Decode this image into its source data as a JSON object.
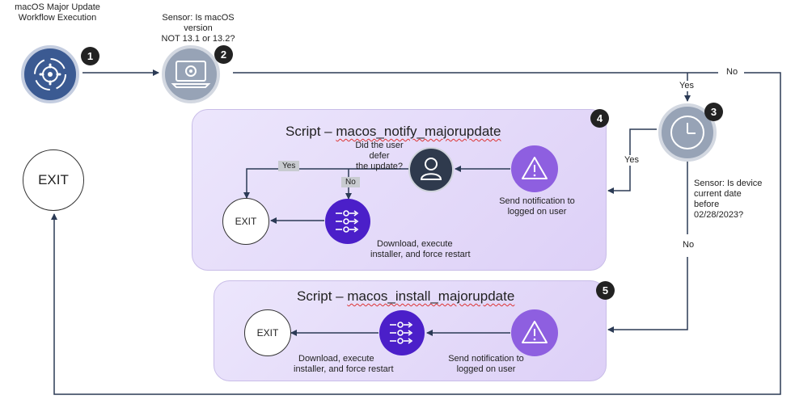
{
  "start": {
    "title_line1": "macOS Major Update",
    "title_line2": "Workflow Execution",
    "badge": "1"
  },
  "sensor_version": {
    "title_line1": "Sensor: Is macOS version",
    "title_line2": "NOT 13.1 or 13.2?",
    "badge": "2"
  },
  "sensor_date": {
    "line1": "Sensor: Is device",
    "line2": "current date",
    "line3": "before",
    "line4": "02/28/2023?",
    "badge": "3"
  },
  "exit_main": "EXIT",
  "edges": {
    "no_top": "No",
    "yes_top": "Yes",
    "yes_left": "Yes",
    "no_bottom": "No"
  },
  "panel_notify": {
    "badge": "4",
    "title_prefix": "Script – ",
    "title_name": "macos_notify_majorupdate",
    "defer_q_line1": "Did the user defer",
    "defer_q_line2": "the update?",
    "send_line1": "Send notification to",
    "send_line2": "logged on user",
    "download_line1": "Download, execute",
    "download_line2": "installer, and force restart",
    "tag_yes": "Yes",
    "tag_no": "No",
    "exit": "EXIT"
  },
  "panel_install": {
    "badge": "5",
    "title_prefix": "Script – ",
    "title_name": "macos_install_majorupdate",
    "send_line1": "Send notification to",
    "send_line2": "logged on user",
    "download_line1": "Download, execute",
    "download_line2": "installer, and force restart",
    "exit": "EXIT"
  },
  "colors": {
    "accent_dark": "#3d5a8c",
    "grey_node": "#9aa5b8",
    "purple": "#4b1fc9",
    "violet": "#8e5fe0",
    "panel_fill": "#e9e2fb",
    "navy": "#2f3a4d"
  }
}
